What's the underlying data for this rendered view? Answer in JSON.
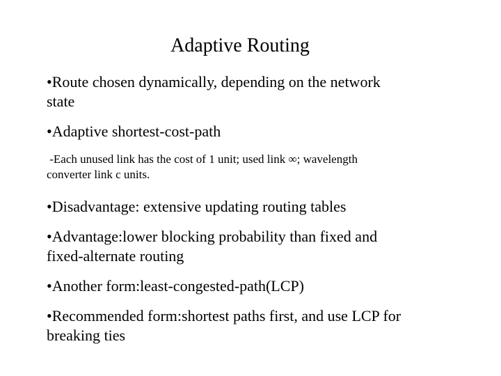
{
  "meta": {
    "background_color": "#ffffff",
    "text_color": "#000000"
  },
  "slide": {
    "title": "Adaptive Routing",
    "bullets": [
      {
        "level": 1,
        "lines": [
          "•Route chosen dynamically, depending on the network",
          "state"
        ]
      },
      {
        "level": 1,
        "lines": [
          "•Adaptive shortest-cost-path"
        ]
      },
      {
        "level": 2,
        "lines": [
          " -Each unused link has the cost of 1 unit; used link ∞; wavelength",
          "converter link c units."
        ]
      },
      {
        "level": 1,
        "lines": [
          "•Disadvantage: extensive updating routing tables"
        ]
      },
      {
        "level": 1,
        "lines": [
          "•Advantage:lower blocking probability than fixed and",
          "fixed-alternate routing"
        ]
      },
      {
        "level": 1,
        "lines": [
          "•Another form:least-congested-path(LCP)"
        ]
      },
      {
        "level": 1,
        "lines": [
          "•Recommended form:shortest paths first, and use LCP for",
          "breaking ties"
        ]
      }
    ]
  }
}
